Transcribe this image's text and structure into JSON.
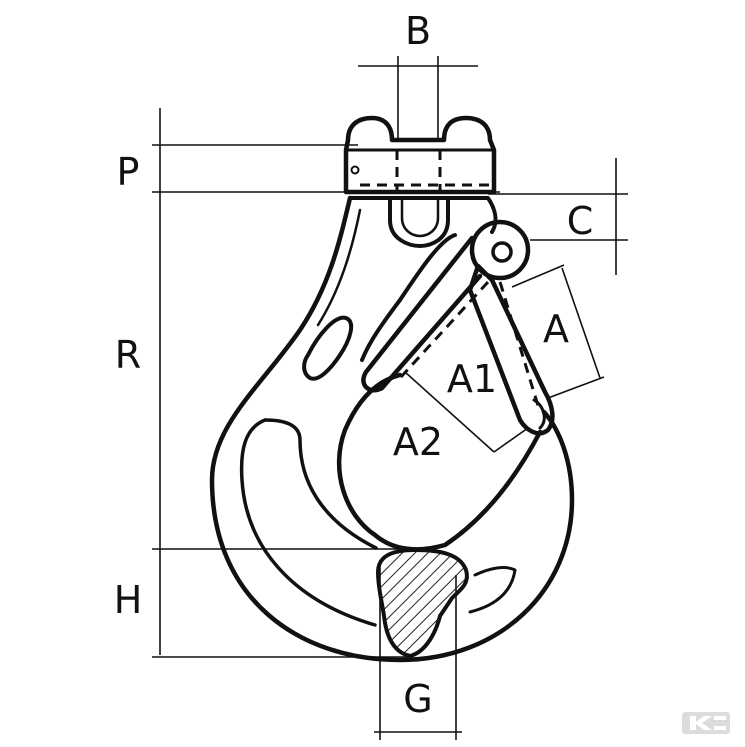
{
  "dimension_labels": {
    "b": "B",
    "p": "P",
    "c": "C",
    "r": "R",
    "a": "A",
    "a1": "A1",
    "a2": "A2",
    "h": "H",
    "g": "G"
  },
  "colors": {
    "ink": "#111111",
    "hatch": "#222222",
    "watermark": "#d9d9d9"
  }
}
